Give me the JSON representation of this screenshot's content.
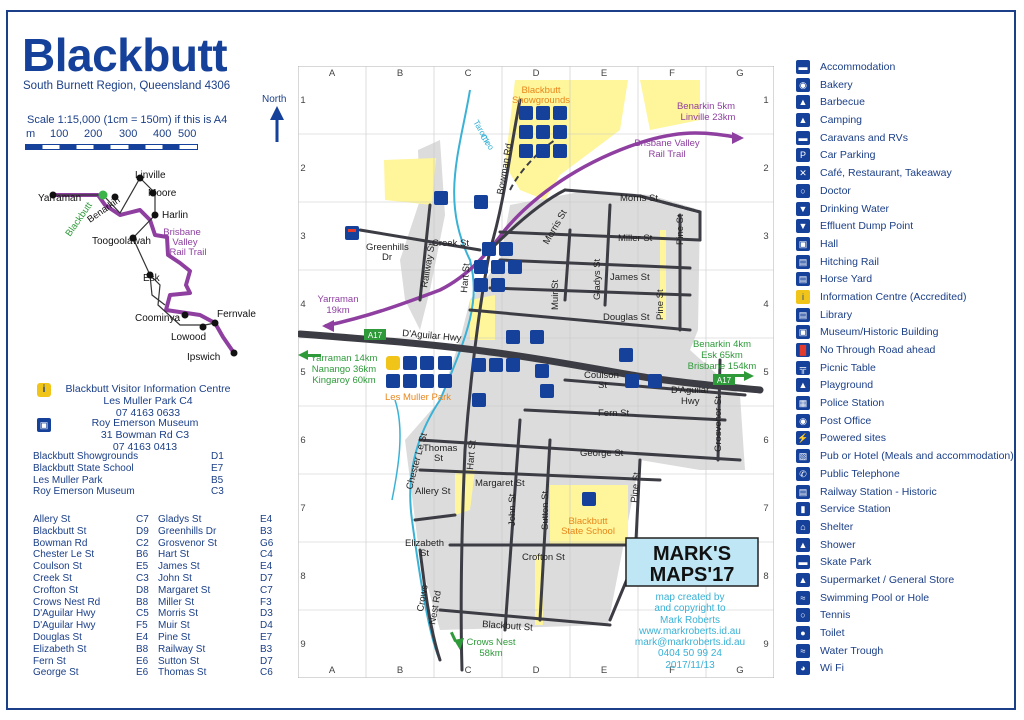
{
  "title": "Blackbutt",
  "subtitle": "South Burnett Region, Queensland 4306",
  "scale": {
    "text": "Scale 1:15,000 (1cm = 150m) if this is A4",
    "unit": "m",
    "ticks": [
      "100",
      "200",
      "300",
      "400",
      "500"
    ]
  },
  "north_label": "North",
  "regional_map": {
    "towns": [
      "Yarraman",
      "Blackbutt",
      "Benarkin",
      "Linville",
      "Moore",
      "Harlin",
      "Toogoolawah",
      "Esk",
      "Fernvale",
      "Coominya",
      "Lowood",
      "Ipswich"
    ],
    "trail_label_line1": "Brisbane",
    "trail_label_line2": "Valley",
    "trail_label_line3": "Rail Trail"
  },
  "visitor_info": {
    "name": "Blackbutt Visitor Information Centre",
    "address": "Les Muller Park C4",
    "phone": "07 4163 0633"
  },
  "museum_info": {
    "name": "Roy Emerson Museum",
    "address": "31 Bowman Rd  C3",
    "phone": "07 4163 0413"
  },
  "places_index": [
    {
      "name": "Blackbutt Showgrounds",
      "grid": "D1"
    },
    {
      "name": "Blackbutt State School",
      "grid": "E7"
    },
    {
      "name": "Les Muller Park",
      "grid": "B5"
    },
    {
      "name": "Roy Emerson Museum",
      "grid": "C3"
    }
  ],
  "street_index_col1": [
    {
      "name": "Allery St",
      "grid": "C7"
    },
    {
      "name": "Blackbutt St",
      "grid": "D9"
    },
    {
      "name": "Bowman Rd",
      "grid": "C2"
    },
    {
      "name": "Chester Le St",
      "grid": "B6"
    },
    {
      "name": "Coulson St",
      "grid": "E5"
    },
    {
      "name": "Creek St",
      "grid": "C3"
    },
    {
      "name": "Crofton St",
      "grid": "D8"
    },
    {
      "name": "Crows Nest Rd",
      "grid": "B8"
    },
    {
      "name": "D'Aguilar Hwy",
      "grid": "C5"
    },
    {
      "name": "D'Aguilar Hwy",
      "grid": "F5"
    },
    {
      "name": "Douglas St",
      "grid": "E4"
    },
    {
      "name": "Elizabeth St",
      "grid": "B8"
    },
    {
      "name": "Fern St",
      "grid": "E6"
    },
    {
      "name": "George St",
      "grid": "E6"
    }
  ],
  "street_index_col2": [
    {
      "name": "Gladys St",
      "grid": "E4"
    },
    {
      "name": "Greenhills Dr",
      "grid": "B3"
    },
    {
      "name": "Grosvenor St",
      "grid": "G6"
    },
    {
      "name": "Hart St",
      "grid": "C4"
    },
    {
      "name": "James St",
      "grid": "E4"
    },
    {
      "name": "John St",
      "grid": "D7"
    },
    {
      "name": "Margaret St",
      "grid": "C7"
    },
    {
      "name": "Miller St",
      "grid": "F3"
    },
    {
      "name": "Morris St",
      "grid": "D3"
    },
    {
      "name": "Muir St",
      "grid": "D4"
    },
    {
      "name": "Pine St",
      "grid": "E7"
    },
    {
      "name": "Railway St",
      "grid": "B3"
    },
    {
      "name": "Sutton St",
      "grid": "D7"
    },
    {
      "name": "Thomas St",
      "grid": "C6"
    }
  ],
  "grid": {
    "cols": [
      "A",
      "B",
      "C",
      "D",
      "E",
      "F",
      "G"
    ],
    "rows": [
      "1",
      "2",
      "3",
      "4",
      "5",
      "6",
      "7",
      "8",
      "9"
    ]
  },
  "map_labels": {
    "showgrounds_1": "Blackbutt",
    "showgrounds_2": "Showgrounds",
    "taromeo_1": "Taromeo",
    "taromeo_2": "Ck",
    "bowman": "Bowman Rd",
    "morris": "Morris St",
    "morris_st_top": "Morris St",
    "miller": "Miller St",
    "pine_top": "Pine St",
    "james": "James St",
    "douglas": "Douglas St",
    "pine_mid": "Pine St",
    "gladys": "Gladys St",
    "muir": "Muir St",
    "creek": "Creek St",
    "greenhills_1": "Greenhills",
    "greenhills_2": "Dr",
    "railway": "Railway St",
    "hart_top": "Hart St",
    "daguilar_left": "D'Aguilar Hwy",
    "coulson_1": "Coulson",
    "coulson_2": "St",
    "daguilar_right_1": "D'Aguilar",
    "daguilar_right_2": "Hwy",
    "grosvenor": "Grosvenor St",
    "fern": "Fern St",
    "george": "George St",
    "thomas_1": "Thomas",
    "thomas_2": "St",
    "hart_mid": "Hart St",
    "chester": "Chester Le St",
    "allery": "Allery St",
    "margaret": "Margaret St",
    "john": "John St",
    "sutton": "Sutton St",
    "pine_low": "Pine St",
    "school_1": "Blackbutt",
    "school_2": "State School",
    "elizabeth_1": "Elizabeth",
    "elizabeth_2": "St",
    "crofton": "Crofton St",
    "crows_1": "Crows",
    "crows_2": "Nest Rd",
    "blackbutt_st": "Blackbutt St",
    "les_muller": "Les Muller Park",
    "benarkin_ne_1": "Benarkin 5km",
    "benarkin_ne_2": "Linville 23km",
    "brv_1": "Brisbane Valley",
    "brv_2": "Rail Trail",
    "yarraman_1": "Yarraman",
    "yarraman_2": "19km",
    "yarraman_w_1": "Yarraman 14km",
    "yarraman_w_2": "Nanango 36km",
    "yarraman_w_3": "Kingaroy 60km",
    "benarkin_e_1": "Benarkin 4km",
    "benarkin_e_2": "Esk 65km",
    "benarkin_e_3": "Brisbane 154km",
    "crowsnest_1": "Crows Nest",
    "crowsnest_2": "58km",
    "a17_left": "A17",
    "a17_right": "A17"
  },
  "logo_line1": "MARK'S",
  "logo_line2": "MAPS'17",
  "credit": {
    "line1": "map created by",
    "line2": "and copyright to",
    "line3": "Mark Roberts",
    "line4": "www.markroberts.id.au",
    "line5": "mark@markroberts.id.au",
    "line6": "0404 50 99 24",
    "line7": "2017/11/13"
  },
  "legend": [
    {
      "icon": "bed-icon",
      "label": "Accommodation"
    },
    {
      "icon": "bakery-icon",
      "label": "Bakery"
    },
    {
      "icon": "barbecue-icon",
      "label": "Barbecue"
    },
    {
      "icon": "tent-icon",
      "label": "Camping"
    },
    {
      "icon": "caravan-icon",
      "label": "Caravans and RVs"
    },
    {
      "icon": "parking-icon",
      "label": "Car Parking"
    },
    {
      "icon": "cutlery-icon",
      "label": "Café, Restaurant, Takeaway"
    },
    {
      "icon": "stethoscope-icon",
      "label": "Doctor"
    },
    {
      "icon": "water-tap-icon",
      "label": "Drinking Water"
    },
    {
      "icon": "dump-point-icon",
      "label": "Effluent Dump Point"
    },
    {
      "icon": "hall-icon",
      "label": "Hall"
    },
    {
      "icon": "hitching-rail-icon",
      "label": "Hitching Rail"
    },
    {
      "icon": "horse-yard-icon",
      "label": "Horse Yard"
    },
    {
      "icon": "info-icon",
      "label": "Information Centre (Accredited)"
    },
    {
      "icon": "library-icon",
      "label": "Library"
    },
    {
      "icon": "museum-icon",
      "label": "Museum/Historic Building"
    },
    {
      "icon": "no-through-road-icon",
      "label": "No Through Road ahead"
    },
    {
      "icon": "picnic-table-icon",
      "label": "Picnic Table"
    },
    {
      "icon": "playground-icon",
      "label": "Playground"
    },
    {
      "icon": "police-icon",
      "label": "Police Station"
    },
    {
      "icon": "post-office-icon",
      "label": "Post Office"
    },
    {
      "icon": "powered-sites-icon",
      "label": "Powered sites"
    },
    {
      "icon": "pub-icon",
      "label": "Pub or Hotel (Meals and accommodation)"
    },
    {
      "icon": "telephone-icon",
      "label": "Public Telephone"
    },
    {
      "icon": "railway-station-icon",
      "label": "Railway Station - Historic"
    },
    {
      "icon": "service-station-icon",
      "label": "Service Station"
    },
    {
      "icon": "shelter-icon",
      "label": "Shelter"
    },
    {
      "icon": "shower-icon",
      "label": "Shower"
    },
    {
      "icon": "skate-park-icon",
      "label": "Skate Park"
    },
    {
      "icon": "supermarket-icon",
      "label": "Supermarket / General Store"
    },
    {
      "icon": "swimming-icon",
      "label": "Swimming Pool or Hole"
    },
    {
      "icon": "tennis-icon",
      "label": "Tennis"
    },
    {
      "icon": "toilet-icon",
      "label": "Toilet"
    },
    {
      "icon": "water-trough-icon",
      "label": "Water Trough"
    },
    {
      "icon": "wifi-icon",
      "label": "Wi Fi"
    }
  ],
  "colors": {
    "navy": "#16419a",
    "road": "#3c3c44",
    "town_area": "#dcdcdc",
    "park": "#fff59a",
    "rail_trail": "#8e3fa0",
    "creek": "#3ab2d6",
    "highway_green": "#2e9a3a",
    "orange_label": "#e8861a"
  }
}
